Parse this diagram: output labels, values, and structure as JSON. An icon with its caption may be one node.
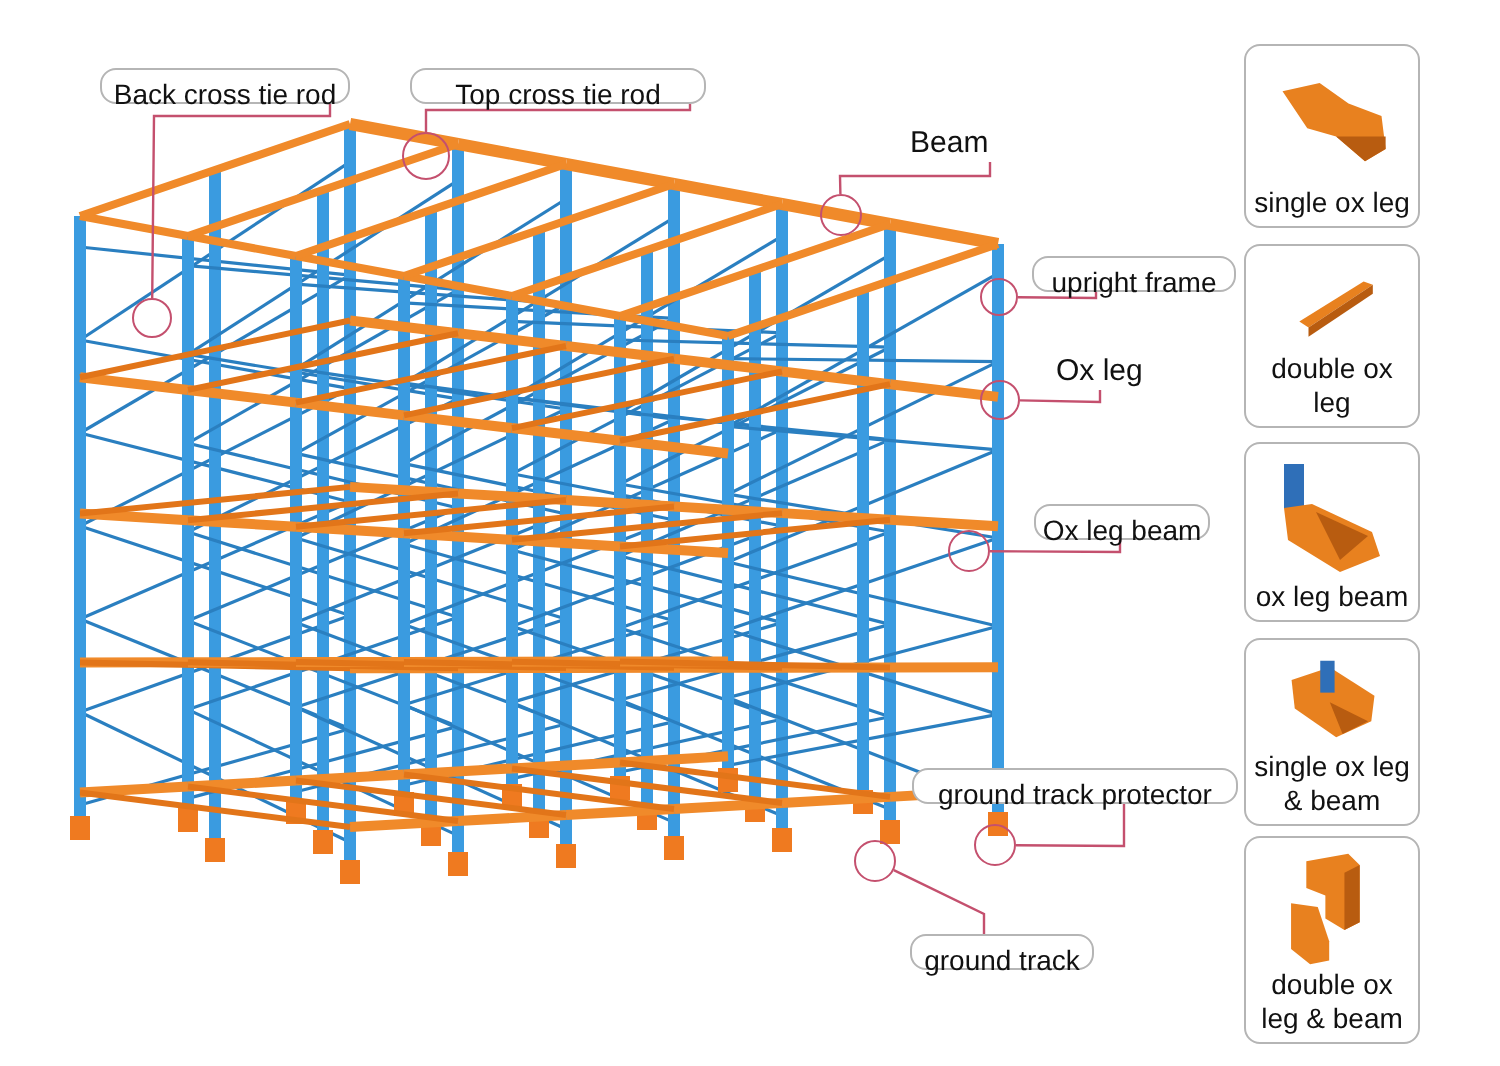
{
  "diagram": {
    "nodes": [
      {
        "text": [
          "Back cross tie rod"
        ]
      },
      {
        "text": [
          "Top cross tie rod"
        ]
      },
      {
        "text": [
          "Beam"
        ]
      },
      {
        "text": [
          "upright frame"
        ]
      },
      {
        "text": [
          "Ox leg"
        ]
      },
      {
        "text": [
          "Ox leg beam"
        ]
      },
      {
        "text": [
          "ground track protector"
        ]
      },
      {
        "text": [
          "ground track"
        ]
      },
      {
        "text": [],
        "shape": "circle"
      },
      {
        "text": [],
        "shape": "circle"
      },
      {
        "text": [],
        "shape": "circle"
      },
      {
        "text": [],
        "shape": "circle"
      },
      {
        "text": [],
        "shape": "circle"
      },
      {
        "text": [],
        "shape": "circle"
      },
      {
        "text": [],
        "shape": "circle"
      },
      {
        "text": [],
        "shape": "circle"
      },
      {
        "text": [
          "single ox leg"
        ]
      },
      {
        "text": [
          "double ox leg"
        ]
      },
      {
        "text": [
          "ox leg beam"
        ]
      },
      {
        "text": [
          "single ox leg & beam"
        ]
      },
      {
        "text": [
          "double ox leg & beam"
        ]
      }
    ],
    "edges": [
      {
        "from": 0,
        "to": 8,
        "arrow": "none"
      },
      {
        "from": 1,
        "to": 9,
        "arrow": "none"
      },
      {
        "from": 2,
        "to": 10,
        "arrow": "none"
      },
      {
        "from": 3,
        "to": 11,
        "arrow": "none"
      },
      {
        "from": 4,
        "to": 12,
        "arrow": "none"
      },
      {
        "from": 5,
        "to": 13,
        "arrow": "none"
      },
      {
        "from": 6,
        "to": 14,
        "arrow": "none"
      },
      {
        "from": 7,
        "to": 15,
        "arrow": "none"
      }
    ]
  }
}
